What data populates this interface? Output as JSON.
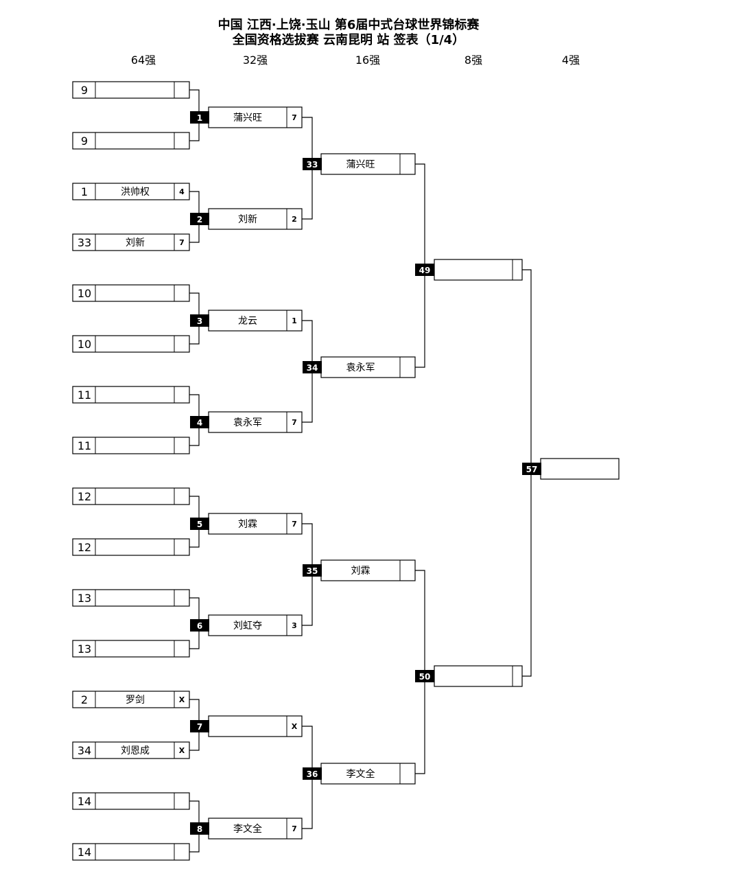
{
  "title_line1": "中国 江西·上饶·玉山 第6届中式台球世界锦标赛",
  "title_line2": "全国资格选拔赛 云南昆明 站 签表（1/4）",
  "rounds": [
    "64强",
    "32强",
    "16强",
    "8强",
    "4强"
  ],
  "r64": [
    {
      "seed": "9",
      "name": "",
      "score": ""
    },
    {
      "seed": "9",
      "name": "",
      "score": ""
    },
    {
      "seed": "1",
      "name": "洪帅权",
      "score": "4"
    },
    {
      "seed": "33",
      "name": "刘新",
      "score": "7"
    },
    {
      "seed": "10",
      "name": "",
      "score": ""
    },
    {
      "seed": "10",
      "name": "",
      "score": ""
    },
    {
      "seed": "11",
      "name": "",
      "score": ""
    },
    {
      "seed": "11",
      "name": "",
      "score": ""
    },
    {
      "seed": "12",
      "name": "",
      "score": ""
    },
    {
      "seed": "12",
      "name": "",
      "score": ""
    },
    {
      "seed": "13",
      "name": "",
      "score": ""
    },
    {
      "seed": "13",
      "name": "",
      "score": ""
    },
    {
      "seed": "2",
      "name": "罗剑",
      "score": "X"
    },
    {
      "seed": "34",
      "name": "刘恩成",
      "score": "X"
    },
    {
      "seed": "14",
      "name": "",
      "score": ""
    },
    {
      "seed": "14",
      "name": "",
      "score": ""
    }
  ],
  "r32": [
    {
      "match": "1",
      "name": "蒲兴旺",
      "score": "7"
    },
    {
      "match": "2",
      "name": "刘新",
      "score": "2"
    },
    {
      "match": "3",
      "name": "龙云",
      "score": "1"
    },
    {
      "match": "4",
      "name": "袁永军",
      "score": "7"
    },
    {
      "match": "5",
      "name": "刘霖",
      "score": "7"
    },
    {
      "match": "6",
      "name": "刘虹夺",
      "score": "3"
    },
    {
      "match": "7",
      "name": "",
      "score": "X"
    },
    {
      "match": "8",
      "name": "李文全",
      "score": "7"
    }
  ],
  "r16": [
    {
      "match": "33",
      "name": "蒲兴旺",
      "score": ""
    },
    {
      "match": "34",
      "name": "袁永军",
      "score": ""
    },
    {
      "match": "35",
      "name": "刘霖",
      "score": ""
    },
    {
      "match": "36",
      "name": "李文全",
      "score": ""
    }
  ],
  "r8": [
    {
      "match": "49",
      "name": "",
      "score": ""
    },
    {
      "match": "50",
      "name": "",
      "score": ""
    }
  ],
  "r4": [
    {
      "match": "57",
      "name": ""
    }
  ]
}
